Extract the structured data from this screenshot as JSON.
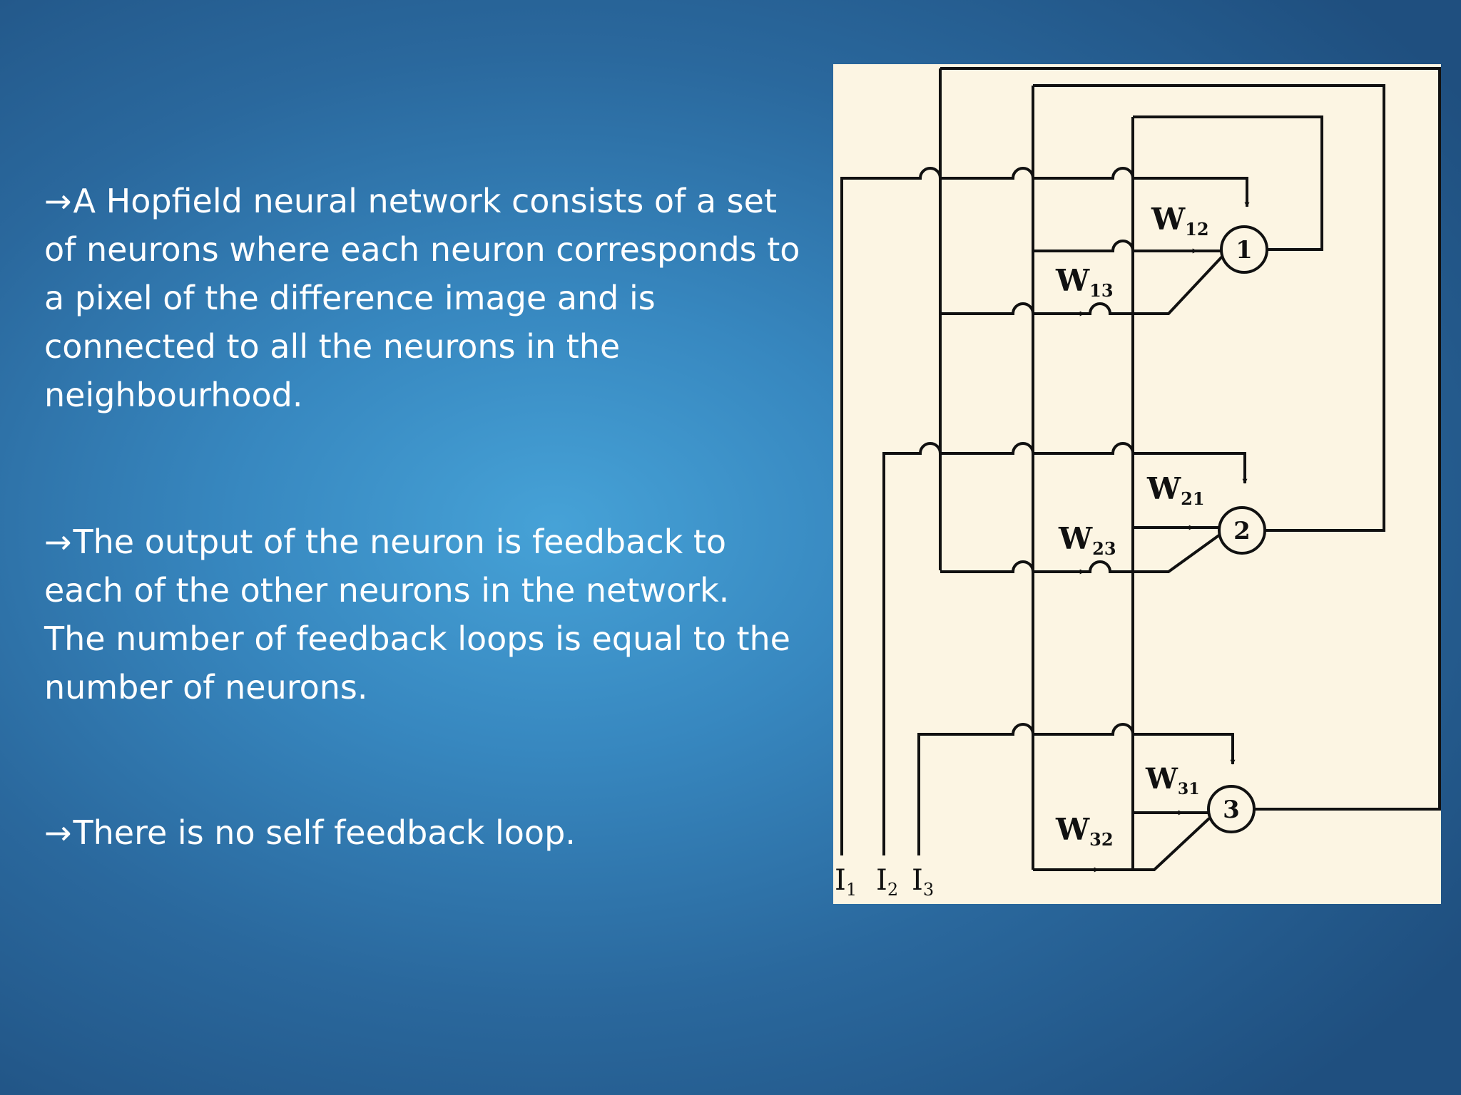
{
  "bullets": [
    {
      "arrow": "→",
      "text": "A Hopfield neural network consists of a set of neurons where each neuron corresponds to a pixel of the difference image and is connected to all the neurons in the neighbourhood."
    },
    {
      "arrow": "→",
      "text": "The output of the neuron is feedback to each of the other neurons in the network. The number of feedback loops is equal to the number of neurons."
    },
    {
      "arrow": "→",
      "text": "There is no self feedback loop."
    }
  ],
  "diagram": {
    "neurons": [
      "1",
      "2",
      "3"
    ],
    "weights": {
      "w12": "W",
      "w12_sub": "12",
      "w13": "W",
      "w13_sub": "13",
      "w21": "W",
      "w21_sub": "21",
      "w23": "W",
      "w23_sub": "23",
      "w31": "W",
      "w31_sub": "31",
      "w32": "W",
      "w32_sub": "32"
    },
    "inputs": [
      {
        "main": "I",
        "sub": "1"
      },
      {
        "main": "I",
        "sub": "2"
      },
      {
        "main": "I",
        "sub": "3"
      }
    ]
  }
}
